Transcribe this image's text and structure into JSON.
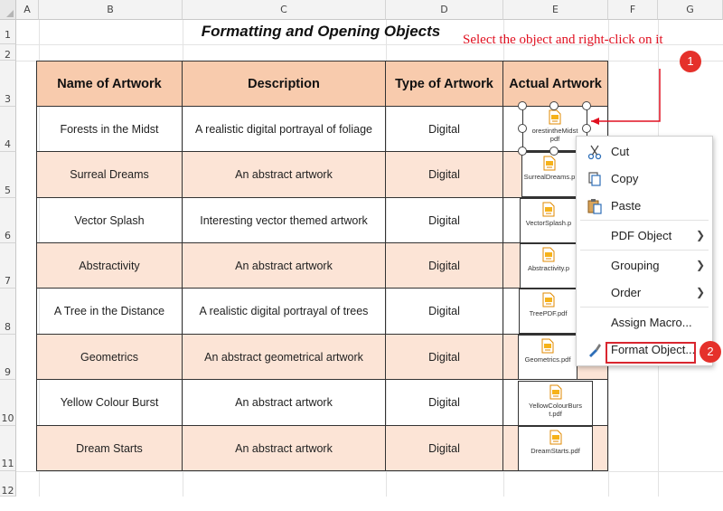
{
  "columns": [
    "A",
    "B",
    "C",
    "D",
    "E",
    "F",
    "G"
  ],
  "rows": [
    "1",
    "2",
    "3",
    "4",
    "5",
    "6",
    "7",
    "8",
    "9",
    "10",
    "11",
    "12"
  ],
  "title": "Formatting and Opening Objects",
  "annotation": "Select the object and right-click on it",
  "step_badges": [
    "1",
    "2"
  ],
  "table": {
    "headers": [
      "Name of Artwork",
      "Description",
      "Type of Artwork",
      "Actual Artwork"
    ],
    "rows": [
      {
        "name": "Forests in the Midst",
        "description": "A realistic digital portrayal of  foliage",
        "type": "Digital",
        "object": "ForestintheMidst.pdf"
      },
      {
        "name": "Surreal Dreams",
        "description": "An abstract artwork",
        "type": "Digital",
        "object": "SurrealDreams.pdf"
      },
      {
        "name": "Vector Splash",
        "description": "Interesting vector themed artwork",
        "type": "Digital",
        "object": "VectorSplash.pdf"
      },
      {
        "name": "Abstractivity",
        "description": "An abstract artwork",
        "type": "Digital",
        "object": "Abstractivity.pdf"
      },
      {
        "name": "A Tree in the Distance",
        "description": "A realistic digital portrayal of trees",
        "type": "Digital",
        "object": "TreePDF.pdf"
      },
      {
        "name": "Geometrics",
        "description": "An abstract geometrical artwork",
        "type": "Digital",
        "object": "Geometrics.pdf"
      },
      {
        "name": "Yellow Colour Burst",
        "description": "An abstract artwork",
        "type": "Digital",
        "object": "YellowColourBurst.pdf"
      },
      {
        "name": "Dream Starts",
        "description": "An abstract artwork",
        "type": "Digital",
        "object": "DreamStarts.pdf"
      }
    ]
  },
  "objects_display": [
    [
      "orestintheMidst",
      "pdf"
    ],
    [
      "SurrealDreams.p",
      ""
    ],
    [
      "VectorSplash.p",
      ""
    ],
    [
      "Abstractivity.p",
      ""
    ],
    [
      "TreePDF.pdf",
      ""
    ],
    [
      "Geometrics.pdf",
      ""
    ],
    [
      "YellowColourBurs",
      "t.pdf"
    ],
    [
      "DreamStarts.pdf",
      ""
    ]
  ],
  "context_menu": {
    "items": [
      {
        "label": "Cut",
        "icon": "scissors-icon"
      },
      {
        "label": "Copy",
        "icon": "copy-icon"
      },
      {
        "label": "Paste",
        "icon": "paste-icon"
      },
      {
        "label": "PDF Object",
        "submenu": true
      },
      {
        "label": "Grouping",
        "submenu": true
      },
      {
        "label": "Order",
        "submenu": true
      },
      {
        "label": "Assign Macro..."
      },
      {
        "label": "Format Object...",
        "icon": "format-object-icon",
        "highlighted": true
      }
    ]
  },
  "colors": {
    "header_fill": "#f8cbad",
    "row_fill": "#fce4d6",
    "annotation": "#e01020",
    "highlight": "#d9262f"
  }
}
